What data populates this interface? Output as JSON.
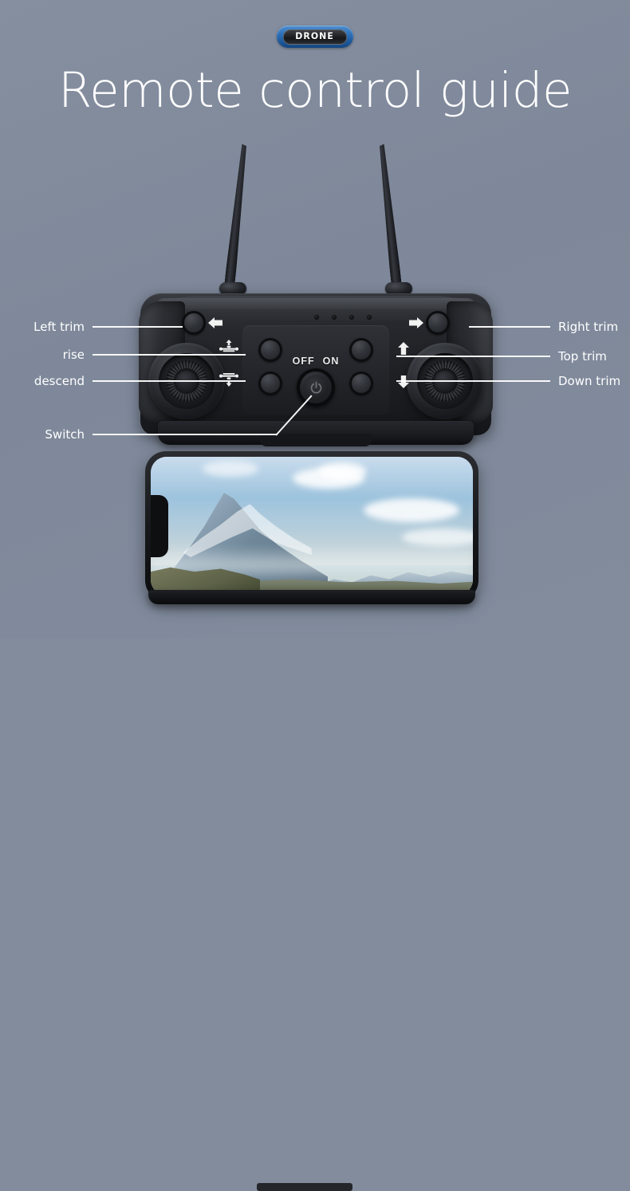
{
  "page": {
    "background_color": "#828c9d",
    "title": "Remote control guide"
  },
  "logo": {
    "text": "DRONE",
    "badge_color": "#2a6cb4",
    "name": "drone-brand-logo"
  },
  "controller": {
    "center_console": {
      "power_label_off": "OFF",
      "power_label_on": "ON",
      "power_icon": "power-symbol-icon",
      "led_count": 4
    },
    "icons": {
      "left_arrow": "arrow-left-icon",
      "right_arrow": "arrow-right-icon",
      "up_arrow": "arrow-up-icon",
      "down_arrow": "arrow-down-icon",
      "drone_up": "drone-ascend-icon",
      "drone_down": "drone-descend-icon"
    }
  },
  "callouts": {
    "left": [
      {
        "label": "Left trim",
        "target": "left-trim-button"
      },
      {
        "label": "rise",
        "target": "rise-button"
      },
      {
        "label": "descend",
        "target": "descend-button"
      },
      {
        "label": "Switch",
        "target": "power-button"
      }
    ],
    "right": [
      {
        "label": "Right trim",
        "target": "right-trim-button"
      },
      {
        "label": "Top trim",
        "target": "top-trim-button"
      },
      {
        "label": "Down trim",
        "target": "down-trim-button"
      }
    ]
  },
  "phone": {
    "screen_content": "mountain-landscape-photo"
  }
}
